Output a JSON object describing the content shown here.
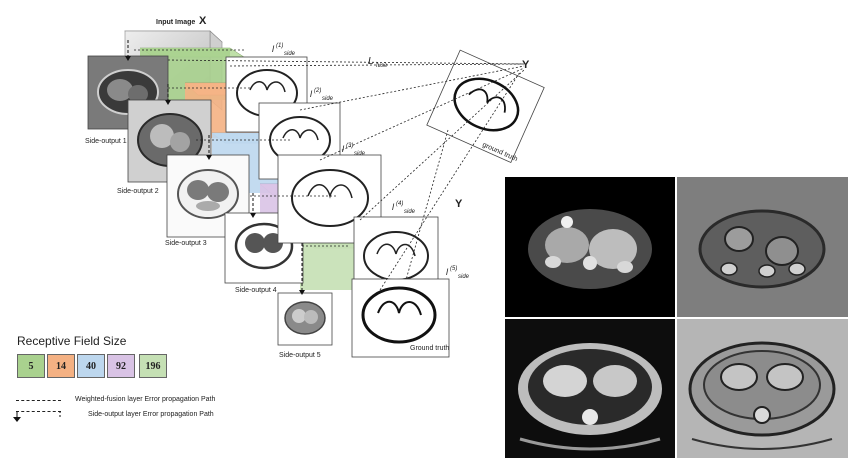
{
  "input_label": "Input Image",
  "input_symbol": "X",
  "side_outputs": [
    "Side-output 1",
    "Side-output 2",
    "Side-output 3",
    "Side-output 4",
    "Side-output 5"
  ],
  "loss_labels": [
    "l",
    "l",
    "l",
    "l",
    "l"
  ],
  "loss_supers": [
    "(1)",
    "(2)",
    "(3)",
    "(4)",
    "(5)"
  ],
  "loss_subs": [
    "side",
    "side",
    "side",
    "side",
    "side"
  ],
  "fuse_loss": {
    "main": "L",
    "sub": "fuse"
  },
  "target_symbols": [
    "Y",
    "Y"
  ],
  "ground_truth": [
    "ground truth",
    "Ground truth"
  ],
  "legend": {
    "title": "Receptive Field Size",
    "sizes": [
      {
        "value": "5",
        "color": "#a9d18e"
      },
      {
        "value": "14",
        "color": "#f4b183"
      },
      {
        "value": "40",
        "color": "#bdd7ee"
      },
      {
        "value": "92",
        "color": "#d9c3e5"
      },
      {
        "value": "196",
        "color": "#c5e0b4"
      }
    ],
    "paths": [
      "Weighted-fusion layer Error propagation Path",
      "Side-output layer Error propagation Path"
    ]
  },
  "colors": {
    "green": "#a9d18e",
    "orange": "#f4b183",
    "blue": "#bdd7ee",
    "purple": "#d9c3e5",
    "green2": "#c5e0b4"
  }
}
